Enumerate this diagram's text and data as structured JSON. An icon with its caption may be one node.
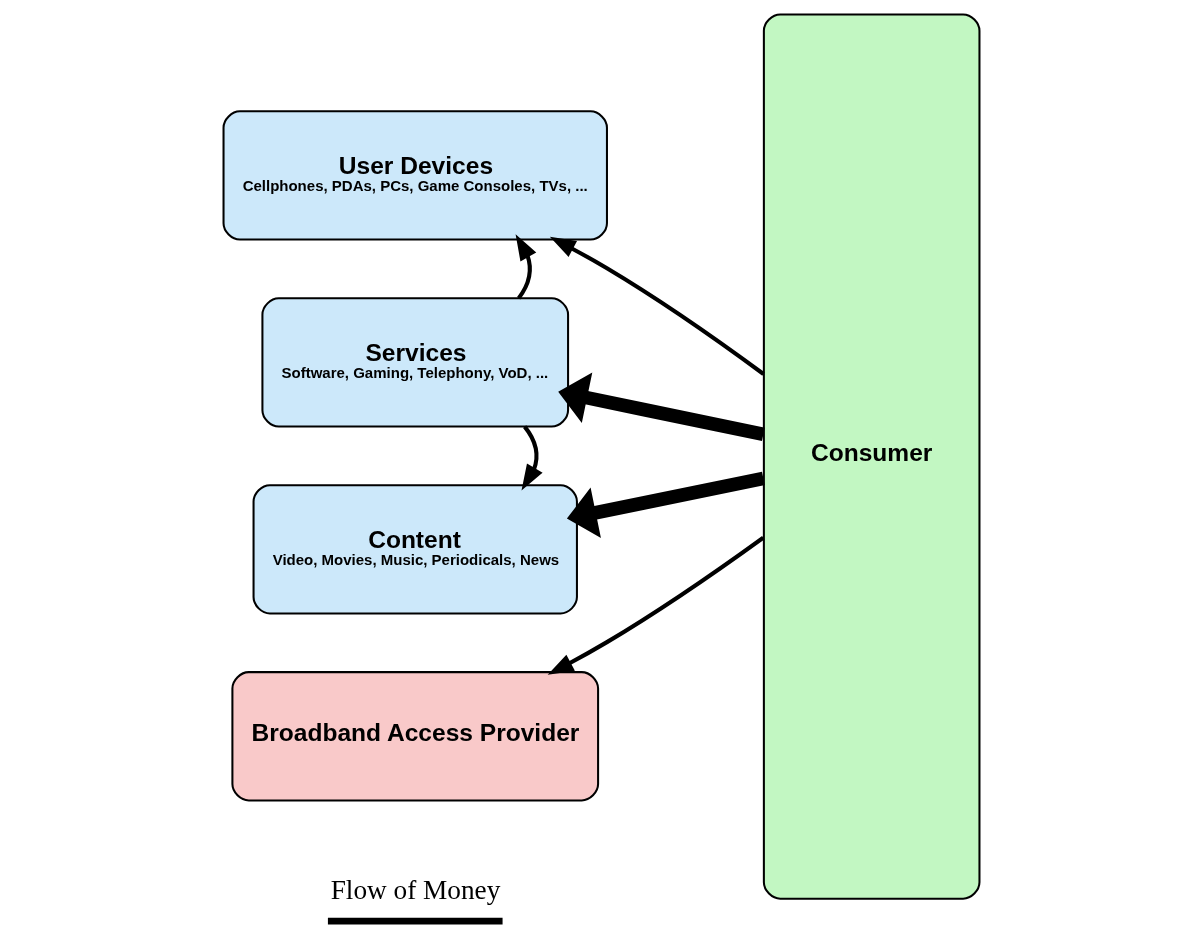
{
  "diagram": {
    "nodes": [
      {
        "text": [
          "User Devices",
          "Cellphones, PDAs, PCs, Game Consoles, TVs, ..."
        ]
      },
      {
        "text": [
          "Services",
          "Software, Gaming, Telephony, VoD, ..."
        ]
      },
      {
        "text": [
          "Content",
          "Video, Movies, Music, Periodicals, News"
        ]
      },
      {
        "text": [
          "Broadband Access Provider"
        ]
      },
      {
        "text": [
          "Consumer"
        ]
      }
    ],
    "edges": [
      {
        "from": 4,
        "to": 0,
        "arrow": "to"
      },
      {
        "from": 1,
        "to": 0,
        "arrow": "to"
      },
      {
        "from": 4,
        "to": 1,
        "arrow": "to",
        "style": "thick"
      },
      {
        "from": 1,
        "to": 2,
        "arrow": "to"
      },
      {
        "from": 4,
        "to": 2,
        "arrow": "to",
        "style": "thick"
      },
      {
        "from": 4,
        "to": 3,
        "arrow": "to"
      }
    ],
    "legend": [
      {
        "text": "Flow of Money"
      }
    ]
  }
}
